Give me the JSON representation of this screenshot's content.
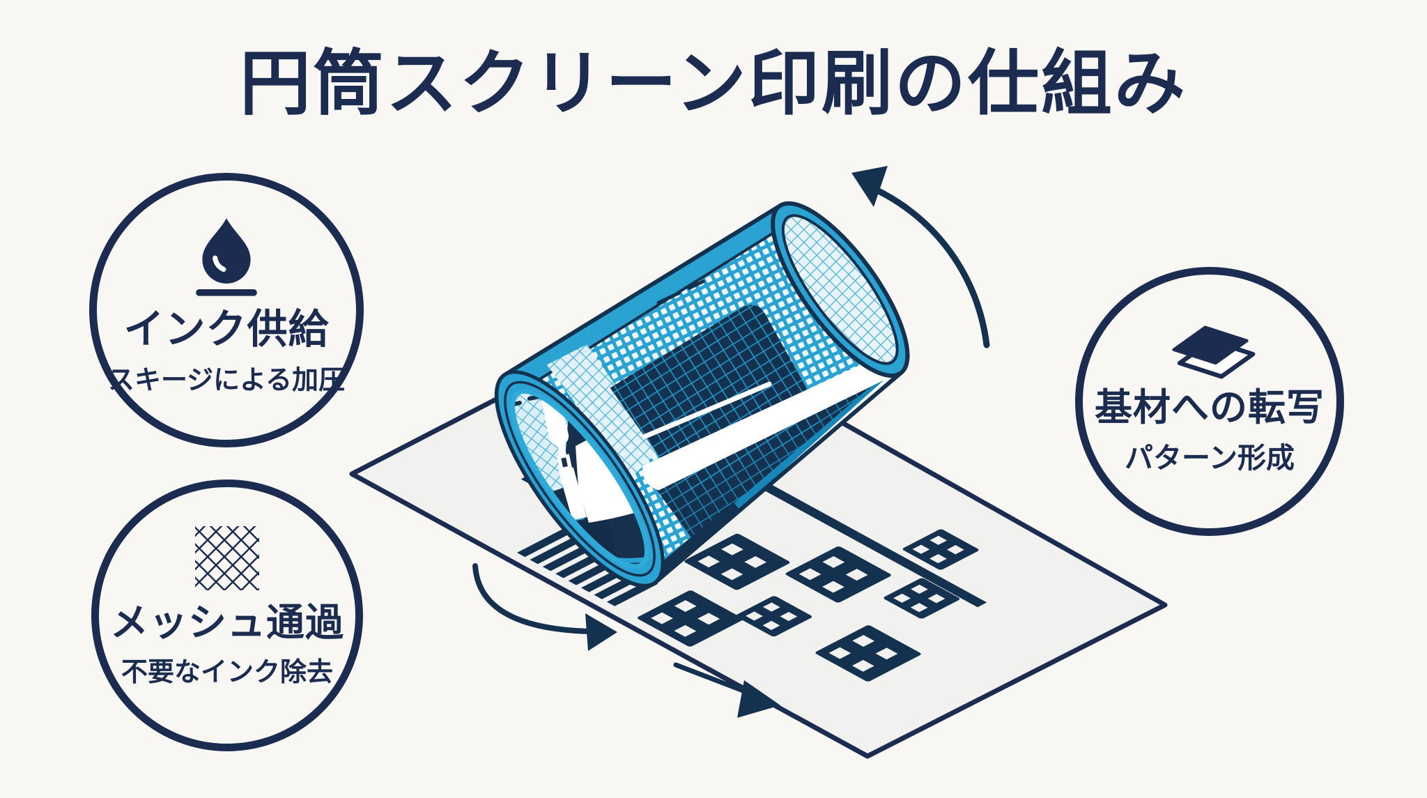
{
  "title": "円筒スクリーン印刷の仕組み",
  "steps": [
    {
      "title": "インク供給",
      "subtitle": "スキージによる加圧",
      "icon": "ink-drop-icon"
    },
    {
      "title": "メッシュ通過",
      "subtitle": "不要なインク除去",
      "icon": "mesh-icon"
    },
    {
      "title": "基材への転写",
      "subtitle": "パターン形成",
      "icon": "substrate-layers-icon"
    }
  ],
  "icons": {
    "rotation": "rotation-arrow-icon",
    "feed": "feed-direction-arrow-icon",
    "substrate_direction": "substrate-direction-arrow-icon"
  },
  "colors": {
    "navy_text": "#1b2c50",
    "navy_deep": "#14324f",
    "interior_navy": "#16304e",
    "cyan": "#2aa2d2",
    "cyan_bright": "#35aedd",
    "cyan_deep": "#1787b9",
    "mesh_light": "#e9f4f9",
    "substrate": "#f1f1ef",
    "background": "#f8f7f4",
    "white": "#ffffff"
  }
}
